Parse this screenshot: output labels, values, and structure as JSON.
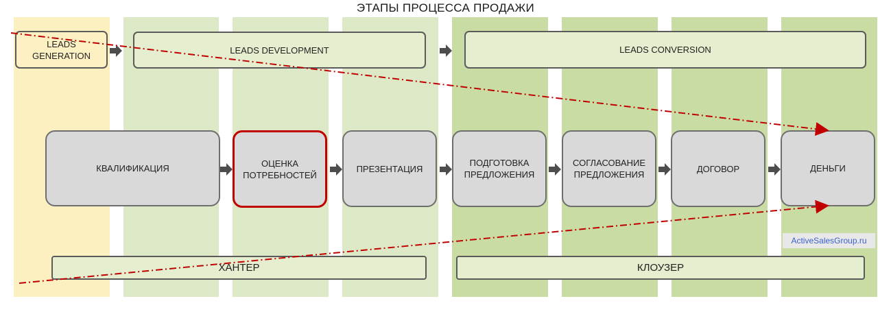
{
  "title": "ЭТАПЫ  ПРОЦЕССА ПРОДАЖИ",
  "stages": {
    "leads_generation": "LEADS\nGENERATION",
    "leads_development": "LEADS DEVELOPMENT",
    "leads_conversion": "LEADS CONVERSION"
  },
  "steps": [
    "КВАЛИФИКАЦИЯ",
    "ОЦЕНКА\nПОТРЕБНОСТЕЙ",
    "ПРЕЗЕНТАЦИЯ",
    "ПОДГОТОВКА\nПРЕДЛОЖЕНИЯ",
    "СОГЛАСОВАНИЕ\nПРЕДЛОЖЕНИЯ",
    "ДОГОВОР",
    "ДЕНЬГИ"
  ],
  "roles": {
    "hunter": "ХАНТЕР",
    "closer": "КЛОУЗЕР"
  },
  "watermark": "ActiveSalesGroup.ru",
  "colors": {
    "band_yellow": "#fcefc0",
    "band_light_green": "#dde9c6",
    "band_green": "#c9dca4",
    "box_fill": "#d9d9d9",
    "highlight_border": "#c00000",
    "dash_line": "#c00000",
    "arrow": "#4d4d4d"
  }
}
